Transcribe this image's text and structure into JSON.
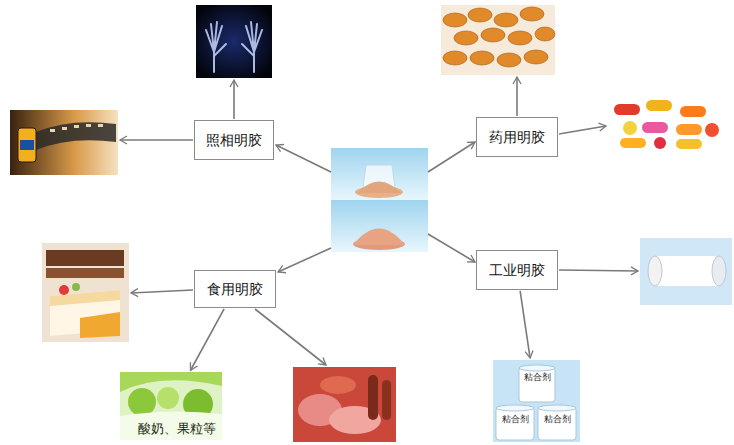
{
  "diagram": {
    "nodes": [
      {
        "text": [
          "照相明胶"
        ]
      },
      {
        "text": [
          "药用明胶"
        ]
      },
      {
        "text": [
          "食用明胶"
        ]
      },
      {
        "text": [
          "工业明胶"
        ]
      },
      {
        "text": [
          "酸奶、果粒等"
        ]
      },
      {
        "text": [
          "粘合剂",
          "粘合剂",
          "粘合剂"
        ]
      }
    ],
    "edges": [
      {
        "from": 2,
        "to": 4,
        "arrow": "to"
      },
      {
        "from": 3,
        "to": 5,
        "arrow": "to"
      }
    ]
  }
}
